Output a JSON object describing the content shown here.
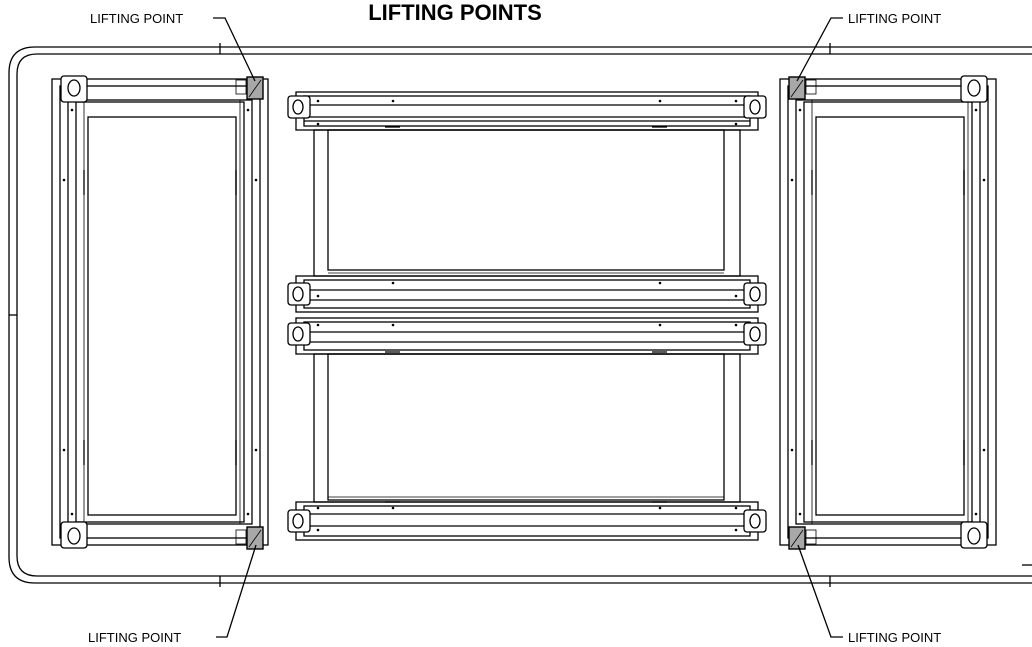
{
  "title": "LIFTING POINTS",
  "callouts": {
    "top_left": "LIFTING POINT",
    "top_right": "LIFTING POINT",
    "bottom_left": "LIFTING POINT",
    "bottom_right": "LIFTING POINT"
  },
  "colors": {
    "line": "#000000",
    "lifting_point_fill": "#a8a8a8",
    "background": "#ffffff"
  }
}
